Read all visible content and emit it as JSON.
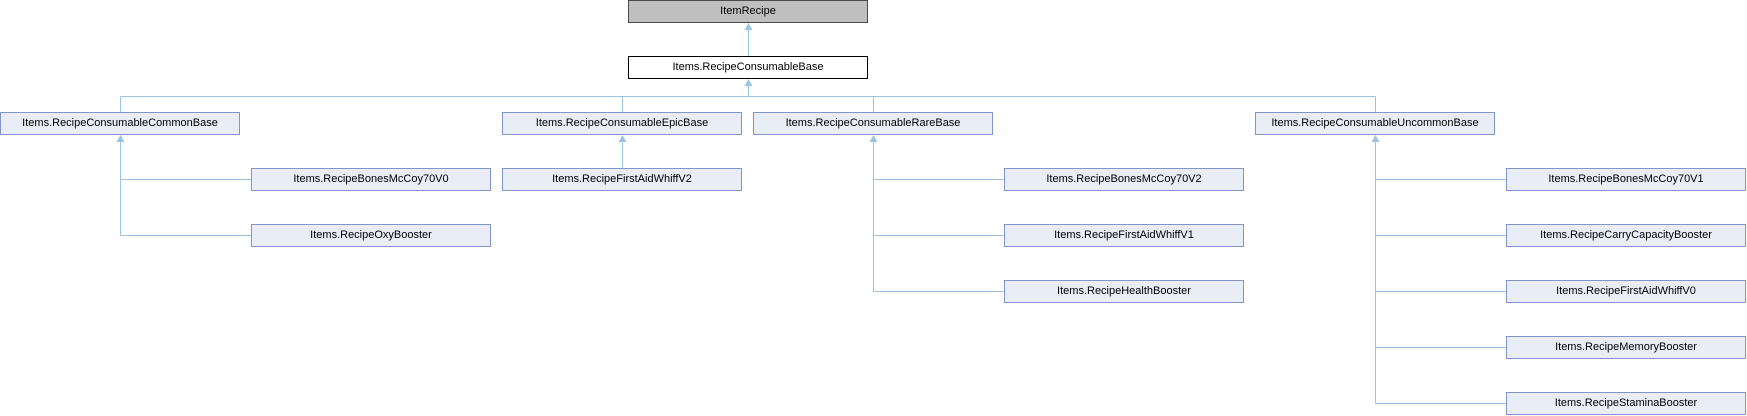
{
  "diagram": {
    "root": "ItemRecipe",
    "base": "Items.RecipeConsumableBase",
    "groups": [
      {
        "label": "Items.RecipeConsumableCommonBase",
        "children": [
          "Items.RecipeBonesMcCoy70V0",
          "Items.RecipeOxyBooster"
        ]
      },
      {
        "label": "Items.RecipeConsumableEpicBase",
        "children": [
          "Items.RecipeFirstAidWhiffV2"
        ]
      },
      {
        "label": "Items.RecipeConsumableRareBase",
        "children": [
          "Items.RecipeBonesMcCoy70V2",
          "Items.RecipeFirstAidWhiffV1",
          "Items.RecipeHealthBooster"
        ]
      },
      {
        "label": "Items.RecipeConsumableUncommonBase",
        "children": [
          "Items.RecipeBonesMcCoy70V1",
          "Items.RecipeCarryCapacityBooster",
          "Items.RecipeFirstAidWhiffV0",
          "Items.RecipeMemoryBooster",
          "Items.RecipeStaminaBooster"
        ]
      }
    ]
  }
}
